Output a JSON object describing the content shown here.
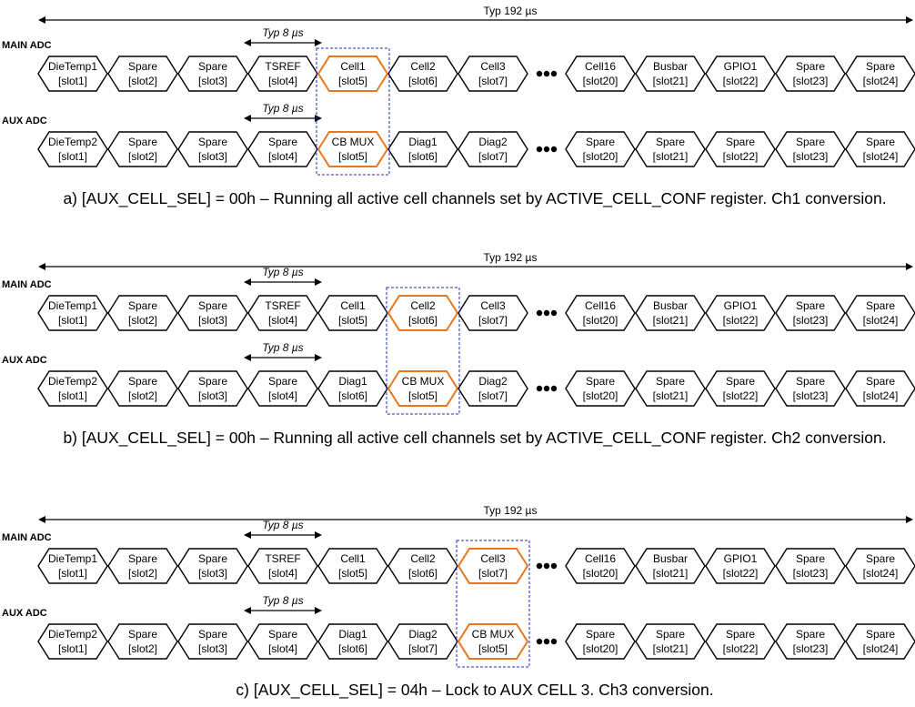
{
  "panels": [
    {
      "duration_label": "Typ 192 µs",
      "slot_time_label": "Typ 8 µs",
      "main_label": "MAIN ADC",
      "aux_label": "AUX ADC",
      "caption": "a) [AUX_CELL_SEL] = 00h – Running all active cell channels set by ACTIVE_CELL_CONF register. Ch1 conversion.",
      "highlight_index": 4,
      "main_slots": [
        {
          "name": "DieTemp1",
          "slot": "[slot1]"
        },
        {
          "name": "Spare",
          "slot": "[slot2]"
        },
        {
          "name": "Spare",
          "slot": "[slot3]"
        },
        {
          "name": "TSREF",
          "slot": "[slot4]"
        },
        {
          "name": "Cell1",
          "slot": "[slot5]"
        },
        {
          "name": "Cell2",
          "slot": "[slot6]"
        },
        {
          "name": "Cell3",
          "slot": "[slot7]"
        },
        {
          "name": "Cell16",
          "slot": "[slot20]"
        },
        {
          "name": "Busbar",
          "slot": "[slot21]"
        },
        {
          "name": "GPIO1",
          "slot": "[slot22]"
        },
        {
          "name": "Spare",
          "slot": "[slot23]"
        },
        {
          "name": "Spare",
          "slot": "[slot24]"
        }
      ],
      "aux_slots": [
        {
          "name": "DieTemp2",
          "slot": "[slot1]"
        },
        {
          "name": "Spare",
          "slot": "[slot2]"
        },
        {
          "name": "Spare",
          "slot": "[slot3]"
        },
        {
          "name": "Spare",
          "slot": "[slot4]"
        },
        {
          "name": "CB MUX",
          "slot": "[slot5]"
        },
        {
          "name": "Diag1",
          "slot": "[slot6]"
        },
        {
          "name": "Diag2",
          "slot": "[slot7]"
        },
        {
          "name": "Spare",
          "slot": "[slot20]"
        },
        {
          "name": "Spare",
          "slot": "[slot21]"
        },
        {
          "name": "Spare",
          "slot": "[slot22]"
        },
        {
          "name": "Spare",
          "slot": "[slot23]"
        },
        {
          "name": "Spare",
          "slot": "[slot24]"
        }
      ]
    },
    {
      "duration_label": "Typ 192 µs",
      "slot_time_label": "Typ 8 µs",
      "main_label": "MAIN ADC",
      "aux_label": "AUX ADC",
      "caption": "b) [AUX_CELL_SEL] = 00h – Running all active cell channels set by ACTIVE_CELL_CONF register. Ch2 conversion.",
      "highlight_index": 5,
      "main_slots": [
        {
          "name": "DieTemp1",
          "slot": "[slot1]"
        },
        {
          "name": "Spare",
          "slot": "[slot2]"
        },
        {
          "name": "Spare",
          "slot": "[slot3]"
        },
        {
          "name": "TSREF",
          "slot": "[slot4]"
        },
        {
          "name": "Cell1",
          "slot": "[slot5]"
        },
        {
          "name": "Cell2",
          "slot": "[slot6]"
        },
        {
          "name": "Cell3",
          "slot": "[slot7]"
        },
        {
          "name": "Cell16",
          "slot": "[slot20]"
        },
        {
          "name": "Busbar",
          "slot": "[slot21]"
        },
        {
          "name": "GPIO1",
          "slot": "[slot22]"
        },
        {
          "name": "Spare",
          "slot": "[slot23]"
        },
        {
          "name": "Spare",
          "slot": "[slot24]"
        }
      ],
      "aux_slots": [
        {
          "name": "DieTemp2",
          "slot": "[slot1]"
        },
        {
          "name": "Spare",
          "slot": "[slot2]"
        },
        {
          "name": "Spare",
          "slot": "[slot3]"
        },
        {
          "name": "Spare",
          "slot": "[slot4]"
        },
        {
          "name": "Diag1",
          "slot": "[slot6]"
        },
        {
          "name": "CB MUX",
          "slot": "[slot5]"
        },
        {
          "name": "Diag2",
          "slot": "[slot7]"
        },
        {
          "name": "Spare",
          "slot": "[slot20]"
        },
        {
          "name": "Spare",
          "slot": "[slot21]"
        },
        {
          "name": "Spare",
          "slot": "[slot22]"
        },
        {
          "name": "Spare",
          "slot": "[slot23]"
        },
        {
          "name": "Spare",
          "slot": "[slot24]"
        }
      ]
    },
    {
      "duration_label": "Typ 192 µs",
      "slot_time_label": "Typ 8 µs",
      "main_label": "MAIN ADC",
      "aux_label": "AUX ADC",
      "caption": "c) [AUX_CELL_SEL] = 04h – Lock to AUX CELL 3. Ch3 conversion.",
      "highlight_index": 6,
      "main_slots": [
        {
          "name": "DieTemp1",
          "slot": "[slot1]"
        },
        {
          "name": "Spare",
          "slot": "[slot2]"
        },
        {
          "name": "Spare",
          "slot": "[slot3]"
        },
        {
          "name": "TSREF",
          "slot": "[slot4]"
        },
        {
          "name": "Cell1",
          "slot": "[slot5]"
        },
        {
          "name": "Cell2",
          "slot": "[slot6]"
        },
        {
          "name": "Cell3",
          "slot": "[slot7]"
        },
        {
          "name": "Cell16",
          "slot": "[slot20]"
        },
        {
          "name": "Busbar",
          "slot": "[slot21]"
        },
        {
          "name": "GPIO1",
          "slot": "[slot22]"
        },
        {
          "name": "Spare",
          "slot": "[slot23]"
        },
        {
          "name": "Spare",
          "slot": "[slot24]"
        }
      ],
      "aux_slots": [
        {
          "name": "DieTemp2",
          "slot": "[slot1]"
        },
        {
          "name": "Spare",
          "slot": "[slot2]"
        },
        {
          "name": "Spare",
          "slot": "[slot3]"
        },
        {
          "name": "Spare",
          "slot": "[slot4]"
        },
        {
          "name": "Diag1",
          "slot": "[slot6]"
        },
        {
          "name": "Diag2",
          "slot": "[slot7]"
        },
        {
          "name": "CB MUX",
          "slot": "[slot5]"
        },
        {
          "name": "Spare",
          "slot": "[slot20]"
        },
        {
          "name": "Spare",
          "slot": "[slot21]"
        },
        {
          "name": "Spare",
          "slot": "[slot22]"
        },
        {
          "name": "Spare",
          "slot": "[slot23]"
        },
        {
          "name": "Spare",
          "slot": "[slot24]"
        }
      ]
    }
  ],
  "colors": {
    "outline": "#000000",
    "highlight": "#e87722",
    "box": "#1f2bbf"
  }
}
